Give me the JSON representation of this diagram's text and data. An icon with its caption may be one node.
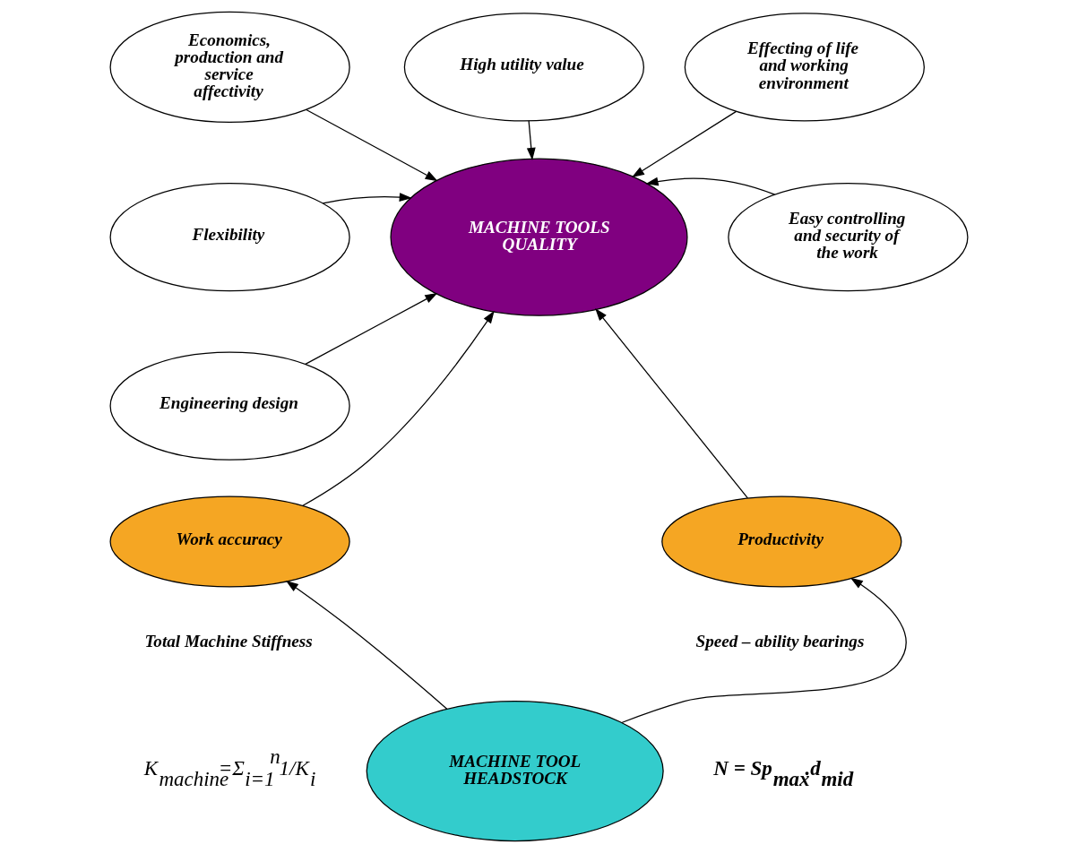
{
  "diagram": {
    "nodes": [
      {
        "text": [
          "Economics, production and service affectivity"
        ]
      },
      {
        "text": [
          "High utility value"
        ]
      },
      {
        "text": [
          "Effecting of life and working environment"
        ]
      },
      {
        "text": [
          "Flexibility"
        ]
      },
      {
        "text": [
          "Easy controlling and security of the work"
        ]
      },
      {
        "text": [
          "Engineering design"
        ]
      },
      {
        "text": [
          "MACHINE TOOLS QUALITY"
        ]
      },
      {
        "text": [
          "Work accuracy"
        ]
      },
      {
        "text": [
          "Productivity"
        ]
      },
      {
        "text": [
          "MACHINE TOOL HEADSTOCK"
        ]
      }
    ],
    "edges": [
      {
        "from": 0,
        "to": 6,
        "arrow": "to"
      },
      {
        "from": 1,
        "to": 6,
        "arrow": "to"
      },
      {
        "from": 2,
        "to": 6,
        "arrow": "to"
      },
      {
        "from": 3,
        "to": 6,
        "arrow": "to"
      },
      {
        "from": 4,
        "to": 6,
        "arrow": "to"
      },
      {
        "from": 5,
        "to": 6,
        "arrow": "to"
      },
      {
        "from": 7,
        "to": 6,
        "arrow": "to"
      },
      {
        "from": 8,
        "to": 6,
        "arrow": "to"
      },
      {
        "from": 9,
        "to": 7,
        "arrow": "to"
      },
      {
        "from": 9,
        "to": 8,
        "arrow": "to"
      }
    ],
    "labels": [
      "Total Machine Stiffness",
      "K$_{machine}$=Σ$_{i=1}$$^{n}$1/K$_{i}$",
      "Speed – ability bearings",
      "N = Sp$_{max}$.d$_{mid}$"
    ]
  }
}
